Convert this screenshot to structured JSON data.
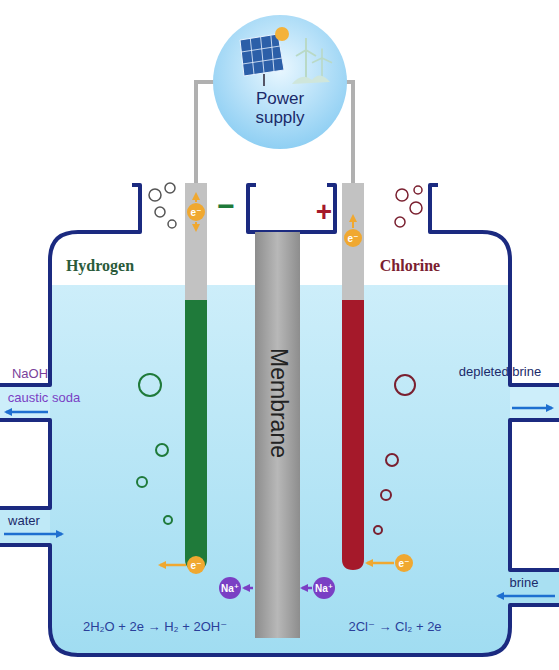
{
  "diagram": {
    "nodes": [
      {
        "text": [
          "Power supply"
        ]
      },
      {
        "text": [
          "Membrane"
        ]
      }
    ],
    "labels": [
      "−",
      "+",
      "e⁻",
      "e⁻",
      "Hydrogen",
      "Chlorine",
      "NaOH",
      "caustic soda",
      "depleted brine",
      "water",
      "brine",
      "e⁻",
      "e⁻",
      "Na⁺",
      "Na⁺",
      "2H₂O + 2e → H₂ + 2OH⁻",
      "2Cl⁻ → Cl₂ + 2e"
    ]
  }
}
